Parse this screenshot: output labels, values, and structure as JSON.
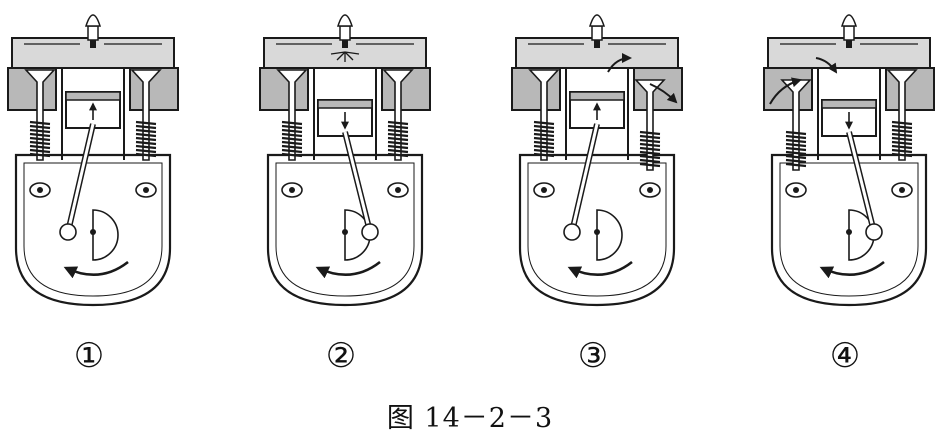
{
  "stages": [
    {
      "label": "①",
      "piston": "up",
      "intake_valve": "closed",
      "exhaust_valve": "closed",
      "spark": false,
      "flow_in": false,
      "flow_out": false
    },
    {
      "label": "②",
      "piston": "down",
      "intake_valve": "closed",
      "exhaust_valve": "closed",
      "spark": true,
      "flow_in": false,
      "flow_out": false
    },
    {
      "label": "③",
      "piston": "up",
      "intake_valve": "closed",
      "exhaust_valve": "open",
      "spark": false,
      "flow_in": false,
      "flow_out": true
    },
    {
      "label": "④",
      "piston": "down",
      "intake_valve": "open",
      "exhaust_valve": "closed",
      "spark": false,
      "flow_in": true,
      "flow_out": false
    }
  ],
  "caption": "图 14－2－3",
  "colors": {
    "ink": "#1a1a1a",
    "shade": "#b8b8b8",
    "light": "#d9d9d9",
    "paper": "#ffffff"
  }
}
